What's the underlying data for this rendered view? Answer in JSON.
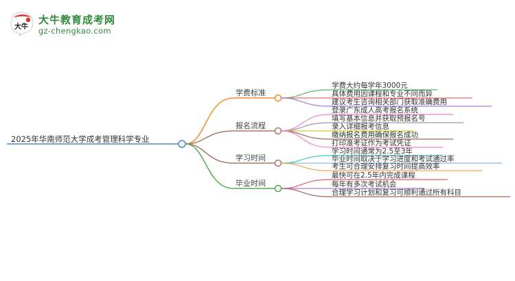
{
  "logo": {
    "title": "大牛教育成考网",
    "url": "gz-chengkao.com",
    "badge_text": "大牛",
    "brand_color": "#2f8a3c",
    "accent_color": "#d9362b"
  },
  "mindmap": {
    "root": {
      "label": "2025年华南师范大学成考管理科学专业",
      "color": "#4a86c5"
    },
    "branches": [
      {
        "label": "学费标准",
        "color": "#f28c28",
        "children": [
          {
            "label": "学费大约每学年3000元",
            "color": "#5bb85b"
          },
          {
            "label": "具体费用因课程和专业不同而异",
            "color": "#e26d6d"
          },
          {
            "label": "建议考生咨询相关部门获取准确费用",
            "color": "#a97ad6"
          }
        ]
      },
      {
        "label": "报名流程",
        "color": "#a87868",
        "children": [
          {
            "label": "登录广东成人高考报名系统",
            "color": "#e87fd6"
          },
          {
            "label": "填写基本信息并获取预报名号",
            "color": "#9a9a9a"
          },
          {
            "label": "录入详细报考信息",
            "color": "#cccc33"
          },
          {
            "label": "缴纳报名费用确保报名成功",
            "color": "#a0685a"
          },
          {
            "label": "打印准考证作为考试凭证",
            "color": "#ee82d2"
          }
        ]
      },
      {
        "label": "学习时间",
        "color": "#a87868",
        "children": [
          {
            "label": "学习时间通常为2.5至3年",
            "color": "#3cc6d6"
          },
          {
            "label": "毕业时间取决于学习进度和考试通过率",
            "color": "#8ab8e0"
          },
          {
            "label": "考生可合理安排复习时间提高效率",
            "color": "#f5a04a"
          }
        ]
      },
      {
        "label": "毕业时间",
        "color": "#4caf50",
        "children": [
          {
            "label": "最快可在2.5年内完成课程",
            "color": "#e05c5c"
          },
          {
            "label": "每年有多次考试机会",
            "color": "#b57ad6"
          },
          {
            "label": "合理学习计划和复习可顺利通过所有科目",
            "color": "#a0685a"
          }
        ]
      }
    ]
  }
}
